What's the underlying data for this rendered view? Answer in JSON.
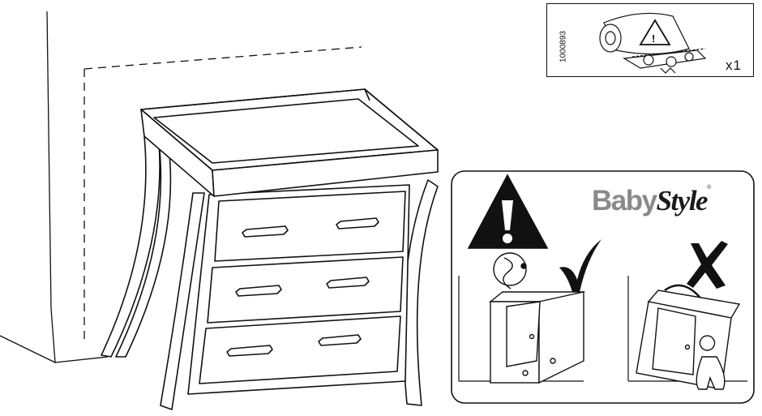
{
  "parts": {
    "code": "1000893",
    "quantity": "x1"
  },
  "warning_panel": {
    "brand_name_part1": "Baby",
    "brand_name_part2": "Style",
    "brand_registered": "®"
  }
}
